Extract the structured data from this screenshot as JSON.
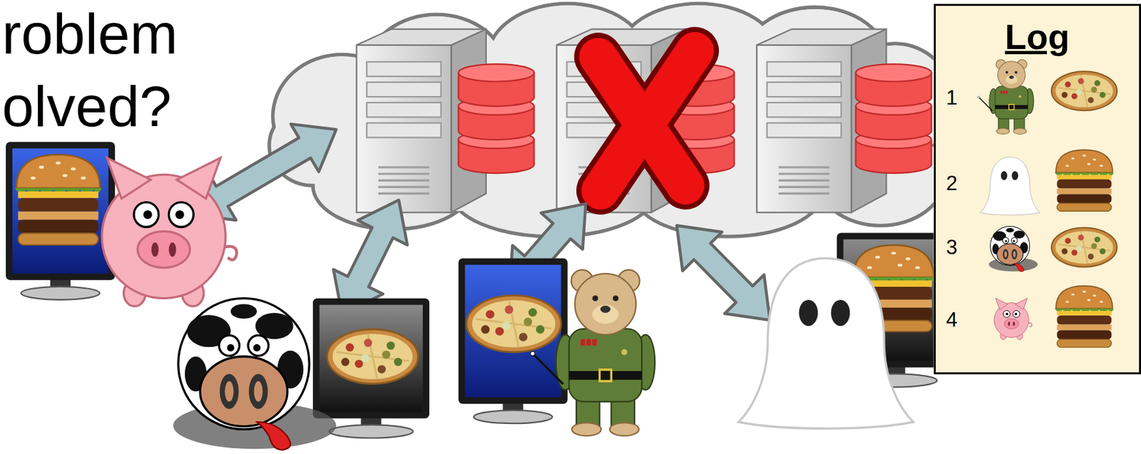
{
  "diagram": {
    "title": "roblem olved?",
    "nodes": [
      {
        "text": [
          "Log"
        ]
      }
    ],
    "labels": [
      "1",
      "2",
      "3",
      "4"
    ]
  }
}
